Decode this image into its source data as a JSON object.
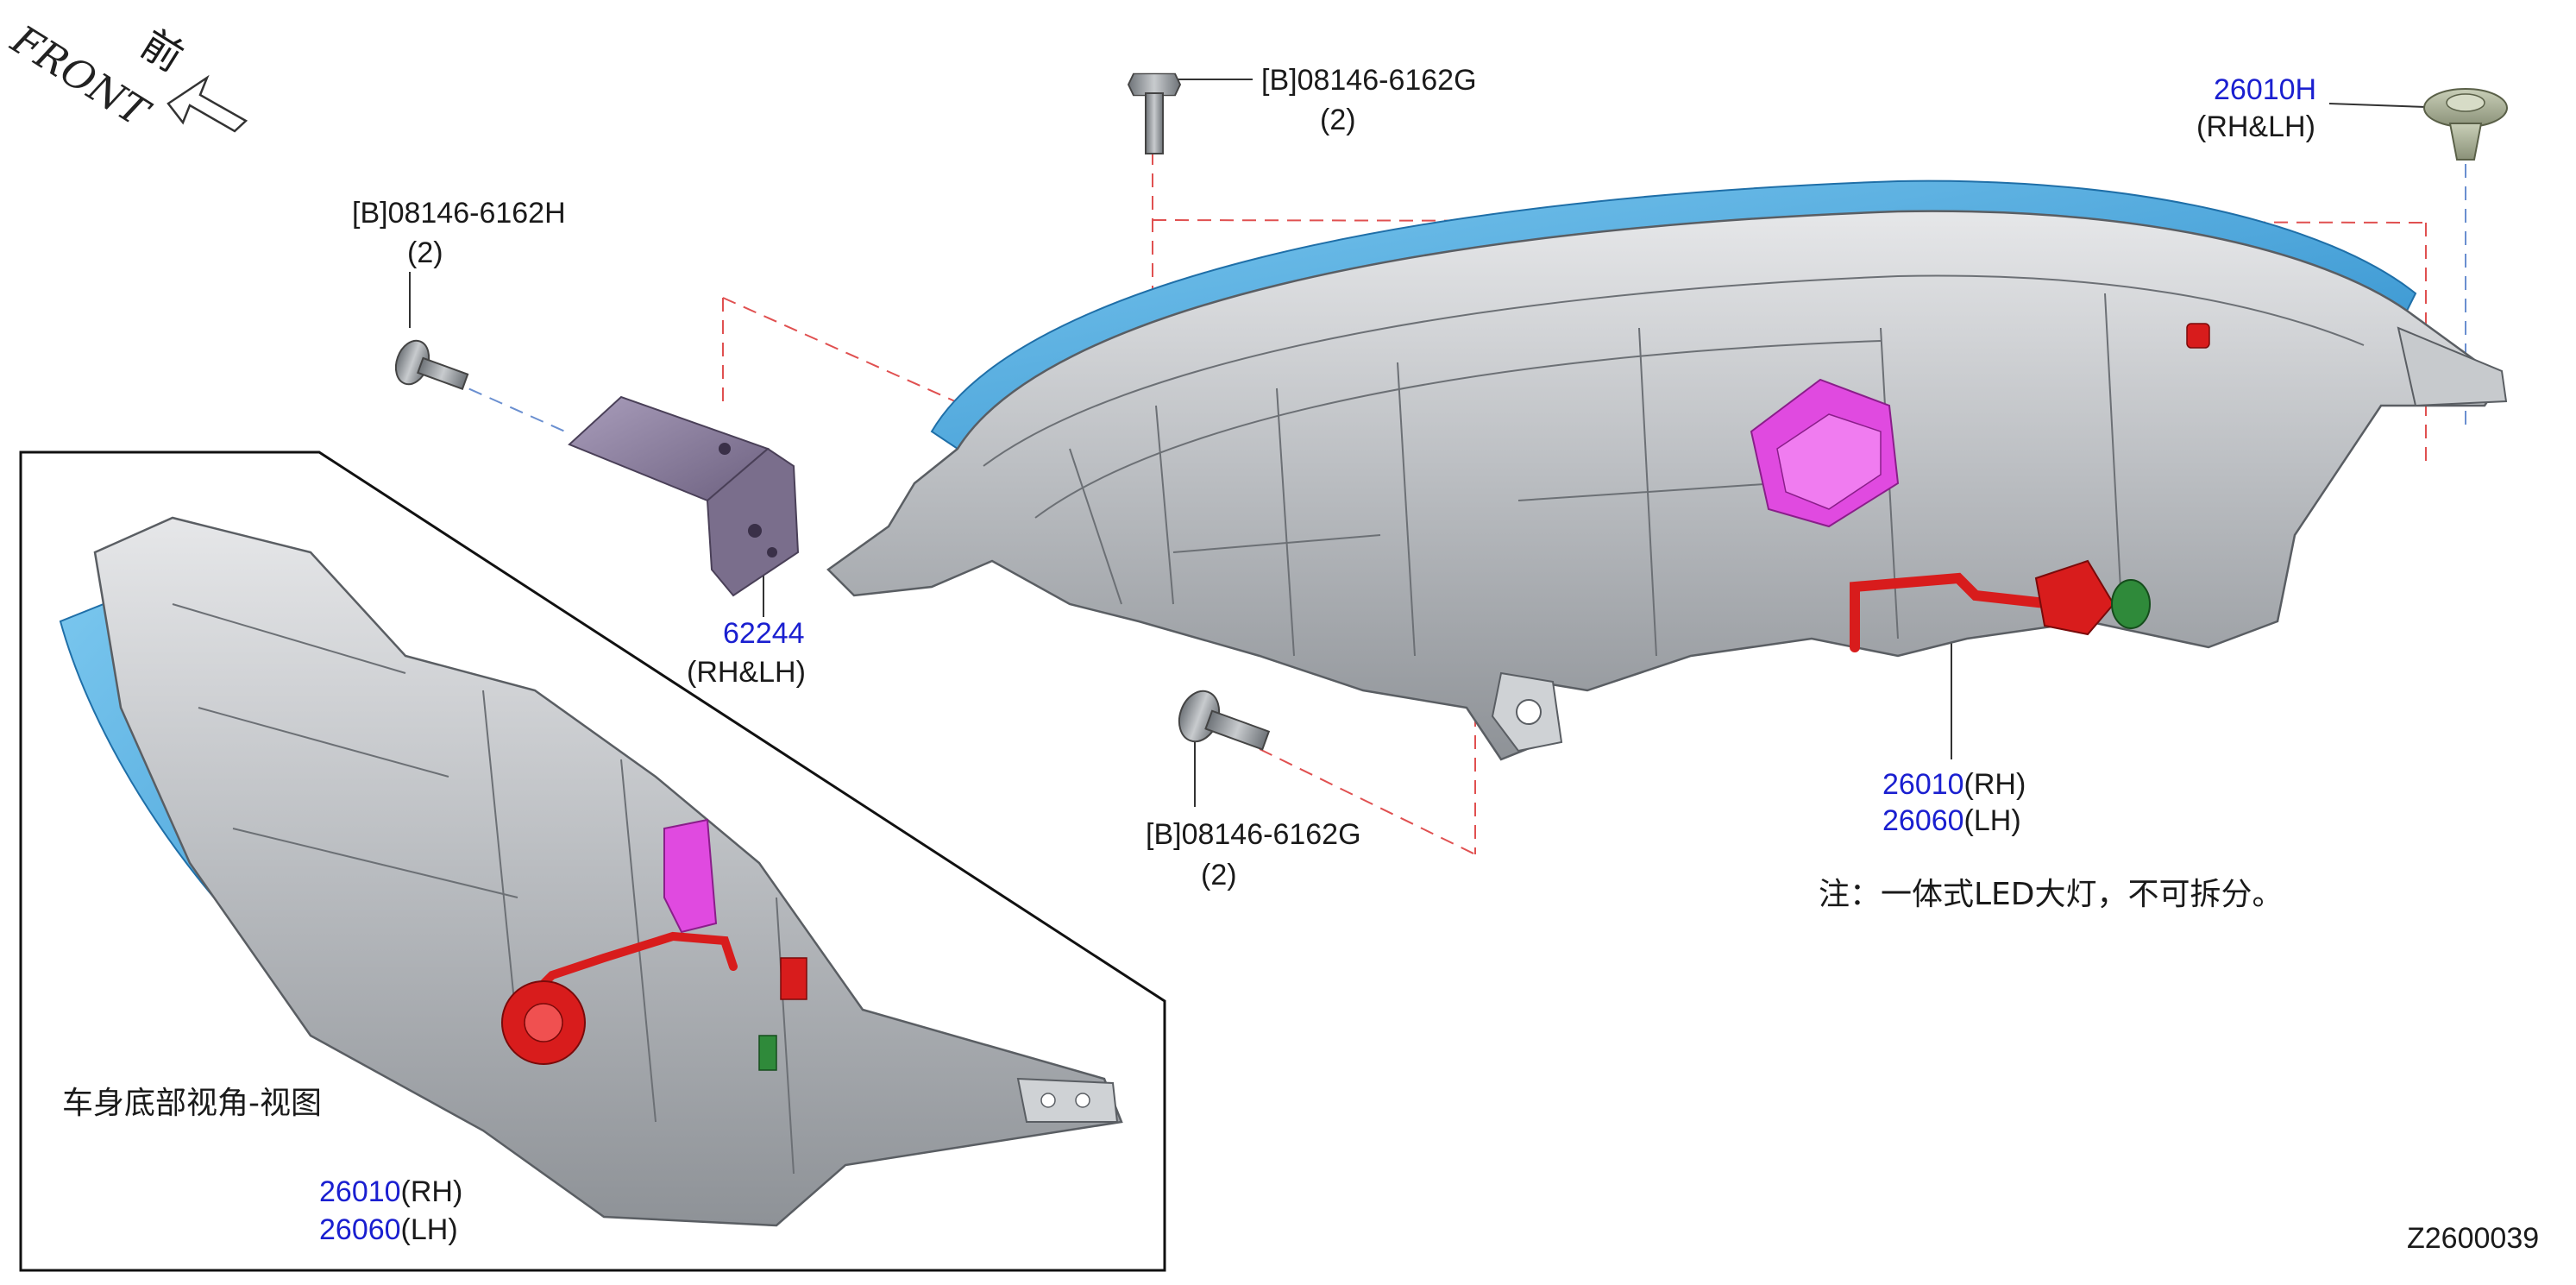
{
  "front": {
    "text": "FRONT",
    "cn_text": "前"
  },
  "callouts": {
    "bolt_top": {
      "code": "[B]08146-6162G",
      "qty": "(2)"
    },
    "bolt_left": {
      "code": "[B]08146-6162H",
      "qty": "(2)"
    },
    "bolt_bottom": {
      "code": "[B]08146-6162G",
      "qty": "(2)"
    },
    "clip": {
      "number": "26010H",
      "side": "(RH&LH)"
    },
    "bracket": {
      "number": "62244",
      "side": "(RH&LH)"
    },
    "headlamp_main": {
      "rh_number": "26010",
      "rh_side": "(RH)",
      "lh_number": "26060",
      "lh_side": "(LH)"
    },
    "headlamp_inset": {
      "rh_number": "26010",
      "rh_side": "(RH)",
      "lh_number": "26060",
      "lh_side": "(LH)"
    }
  },
  "note": "注：一体式LED大灯，不可拆分。",
  "inset_title": "车身底部视角-视图",
  "figure_code": "Z2600039",
  "colors": {
    "part_number_blue": "#1a1fd0",
    "lens_blue": "#3fa2dd",
    "housing_gray": "#b9bcc0",
    "bracket_purple": "#8c7f9e",
    "connector_magenta": "#e04ae0",
    "wire_red": "#d81c1c",
    "plug_green": "#2f8a3a",
    "leader_red_dashed": "#e05050",
    "leader_blue_dashed": "#6a8fd0"
  }
}
